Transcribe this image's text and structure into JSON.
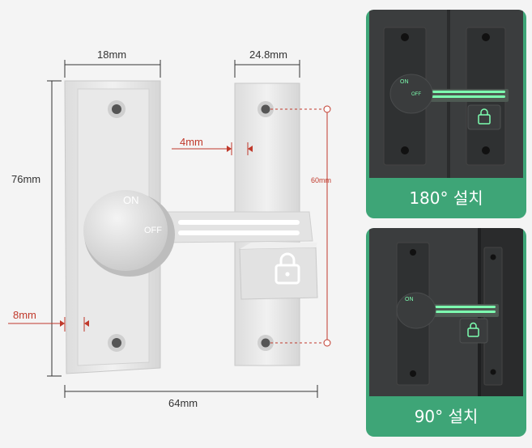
{
  "dimensions": {
    "width_top": "18mm",
    "width_right": "24.8mm",
    "height_left": "76mm",
    "gap": "4mm",
    "hole_spacing": "60mm",
    "edge": "8mm",
    "total_width": "64mm"
  },
  "knob": {
    "on_label": "ON",
    "off_label": "OFF"
  },
  "panels": [
    {
      "caption": "180° 설치",
      "on_label": "ON",
      "off_label": "OFF"
    },
    {
      "caption": "90° 설치",
      "on_label": "ON"
    }
  ],
  "colors": {
    "background": "#f4f4f4",
    "panel_green": "#3ea577",
    "glow": "#7dffb0",
    "dimension_red": "#c0392b",
    "latch_white": "#eaeaea",
    "dark_latch": "#2f3132"
  },
  "icons": [
    "lock-icon",
    "screw-hole-icon"
  ]
}
